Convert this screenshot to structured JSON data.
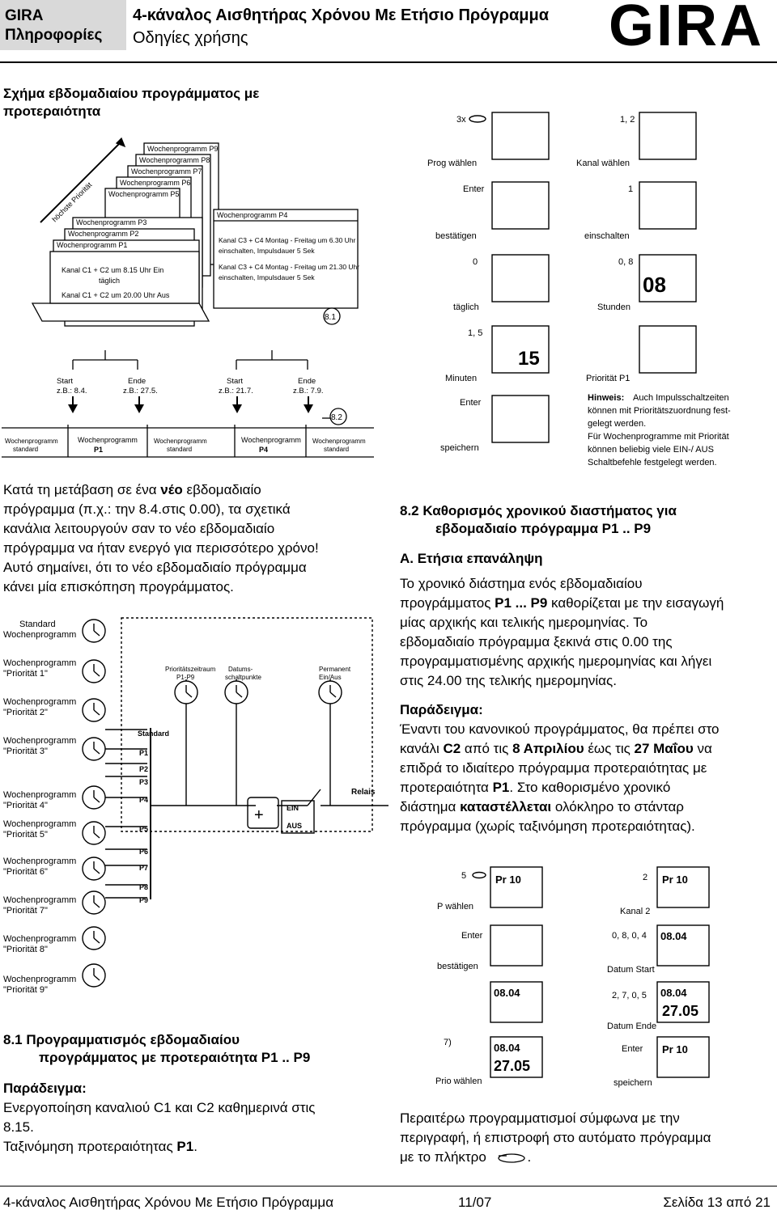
{
  "header": {
    "brand_line1": "GIRA",
    "brand_line2": "Πληροφορίες",
    "title": "4-κάναλος Αισθητήρας Χρόνου Με Ετήσιο Πρόγραμμα",
    "subtitle": "Οδηγίες χρήσης",
    "logo": "GIRA"
  },
  "section_priority": {
    "title_line1": "Σχήμα εβδομαδιαίου προγράμματος με",
    "title_line2": "προτεραιότητα"
  },
  "fig1": {
    "diag_label": "höchste Priorität",
    "p9": "Wochenprogramm P9",
    "p8": "Wochenprogramm P8",
    "p7": "Wochenprogramm P7",
    "p6": "Wochenprogramm P6",
    "p5": "Wochenprogramm P5",
    "p3": "Wochenprogramm P3",
    "p2": "Wochenprogramm P2",
    "p1": "Wochenprogramm P1",
    "p4": "Wochenprogramm P4",
    "p1_line1": "Kanal C1 + C2  um 8.15 Uhr   Ein",
    "p1_line2": "täglich",
    "p1_line3": "Kanal C1 + C2  um 20.00 Uhr   Aus",
    "p4_line1": "Kanal C3 + C4  Montag - Freitag um 6.30 Uhr",
    "p4_line2": "einschalten, Impulsdauer 5 Sek",
    "p4_line3": "Kanal C3 + C4  Montag - Freitag um 21.30 Uhr",
    "p4_line4": "einschalten, Impulsdauer 5 Sek",
    "badge_81": "8.1",
    "badge_82": "8.2",
    "start1": "Start",
    "start1_ex": "z.B.: 8.4.",
    "end1": "Ende",
    "end1_ex": "z.B.: 27.5.",
    "start2": "Start",
    "start2_ex": "z.B.: 21.7.",
    "end2": "Ende",
    "end2_ex": "z.B.: 7.9.",
    "tl1_a": "Wochenprogramm",
    "tl1_b": "standard",
    "tl2_a": "Wochenprogramm",
    "tl2_b": "P1",
    "tl3_a": "Wochenprogramm",
    "tl3_b": "standard",
    "tl4_a": "Wochenprogramm",
    "tl4_b": "P4",
    "tl5_a": "Wochenprogramm",
    "tl5_b": "standard"
  },
  "prog_panel": {
    "s1_top": "3x",
    "s1_label": "Prog wählen",
    "s2_top": "1, 2",
    "s2_label": "Kanal wählen",
    "s3_top": "Enter",
    "s3_label": "bestätigen",
    "s4_top": "1",
    "s4_label": "einschalten",
    "s5_top": "0",
    "s5_label": "täglich",
    "s6_top": "0, 8",
    "s6_label": "Stunden",
    "s6_display": "08",
    "s7_top": "1, 5",
    "s7_label": "Minuten",
    "s7_display": "15",
    "s8_label": "Priorität P1",
    "s9_top": "Enter",
    "s9_label": "speichern",
    "hint_title": "Hinweis:",
    "hint_1": "Auch Impulsschaltzeiten",
    "hint_2": "können mit Prioritätszuordnung fest-",
    "hint_3": "gelegt werden.",
    "hint_4": "Für Wochenprogramme mit Priorität",
    "hint_5": "können beliebig viele EIN-/ AUS",
    "hint_6": "Schaltbefehle festgelegt werden."
  },
  "para_transition": {
    "l1_a": "Κατά τη μετάβαση σε ένα ",
    "l1_b": "νέο",
    "l1_c": " εβδομαδιαίο",
    "l2": "πρόγραμμα (π.χ.: την 8.4.στις 0.00), τα σχετικά",
    "l3": "κανάλια λειτουργούν σαν το νέο εβδομαδιαίο",
    "l4": "πρόγραμμα να ήταν ενεργό για περισσότερο χρόνο!",
    "l5": "Αυτό σημαίνει, ότι το νέο εβδομαδιαίο πρόγραμμα",
    "l6": "κάνει μία επισκόπηση προγράμματος."
  },
  "section_82": {
    "title_line1": "8.2  Καθορισμός χρονικού διαστήματος για",
    "title_line2": "εβδομαδιαίο πρόγραμμα P1 .. P9",
    "sub_a": "A. Ετήσια επανάληψη",
    "p1_l1": "Το χρονικό διάστημα ενός εβδομαδιαίου",
    "p1_l2_a": "προγράμματος ",
    "p1_l2_b": "P1 ... P9",
    "p1_l2_c": " καθορίζεται με την εισαγωγή",
    "p1_l3": "μίας αρχικής και τελικής ημερομηνίας. Το",
    "p1_l4": "εβδομαδιαίο πρόγραμμα ξεκινά στις 0.00 της",
    "p1_l5": "προγραμματισμένης αρχικής ημερομηνίας και λήγει",
    "p1_l6": "στις 24.00 της τελικής ημερομηνίας.",
    "example_label": "Παράδειγμα:",
    "ex_l1": "Έναντι του κανονικού προγράμματος, θα πρέπει στο",
    "ex_l2_a": "κανάλι ",
    "ex_l2_b": "C2",
    "ex_l2_c": " από τις ",
    "ex_l2_d": "8 Απριλίου",
    "ex_l2_e": " έως τις ",
    "ex_l2_f": "27 Μαΐου",
    "ex_l2_g": " να",
    "ex_l3": "επιδρά το ιδιαίτερο πρόγραμμα προτεραιότητας με",
    "ex_l4_a": "προτεραιότητα ",
    "ex_l4_b": "P1",
    "ex_l4_c": ". Στο καθορισμένο χρονικό",
    "ex_l5_a": "διάστημα ",
    "ex_l5_b": "καταστέλλεται",
    "ex_l5_c": " ολόκληρο το στάνταρ",
    "ex_l6": "πρόγραμμα (χωρίς ταξινόμηση προτεραιότητας)."
  },
  "fig2": {
    "r1": "Standard",
    "r1b": "Wochenprogramm",
    "r2": "Wochenprogramm",
    "r2b": "\"Priorität 1\"",
    "r3": "Wochenprogramm",
    "r3b": "\"Priorität 2\"",
    "r4": "Wochenprogramm",
    "r4b": "\"Priorität 3\"",
    "r5": "Wochenprogramm",
    "r5b": "\"Priorität 4\"",
    "r6": "Wochenprogramm",
    "r6b": "\"Priorität 5\"",
    "r7": "Wochenprogramm",
    "r7b": "\"Priorität 6\"",
    "r8": "Wochenprogramm",
    "r8b": "\"Priorität 7\"",
    "r9": "Wochenprogramm",
    "r9b": "\"Priorität 8\"",
    "r10": "Wochenprogramm",
    "r10b": "\"Priorität 9\"",
    "col1_a": "Prioritätszeitraum",
    "col1_b": "P1-P9",
    "col2_a": "Datums-",
    "col2_b": "schaltpunkte",
    "col3_a": "Permanent",
    "col3_b": "Ein/Aus",
    "bus_std": "Standard",
    "bus_p1": "P1",
    "bus_p2": "P2",
    "bus_p3": "P3",
    "bus_p4": "P4",
    "bus_p5": "P5",
    "bus_p6": "P6",
    "bus_p7": "P7",
    "bus_p8": "P8",
    "bus_p9": "P9",
    "plus": "+",
    "ein": "EIN",
    "aus": "AUS",
    "relais": "Relais"
  },
  "date_panel": {
    "s1_top": "5",
    "s1_disp": "Pr 10",
    "s1_label": "P wählen",
    "s2_disp": "Pr 10",
    "s2_top": "2",
    "s2_label": "Kanal 2",
    "s3_top": "Enter",
    "s3_label": "bestätigen",
    "s4_top": "0, 8, 0, 4",
    "s4_disp": "08.04",
    "s4_label": "Datum Start",
    "s5_disp": "08.04",
    "s6_top": "2, 7, 0, 5",
    "s6_disp_a": "08.04",
    "s6_disp_b": "27.05",
    "s6_label": "Datum Ende",
    "s7_top": "7)",
    "s7_disp_a": "08.04",
    "s7_disp_b": "27.05",
    "s7_label": "Prio wählen",
    "s8_top": "Enter",
    "s8_disp": "Pr 10",
    "s8_label": "speichern"
  },
  "section_81": {
    "title_line1": "8.1  Προγραμματισμός εβδομαδιαίου",
    "title_line2": "προγράμματος με προτεραιότητα P1 .. P9",
    "example_label": "Παράδειγμα:",
    "l1": "Ενεργοποίηση καναλιού C1 και C2 καθημερινά στις",
    "l2": "8.15.",
    "l3_a": "Ταξινόμηση προτεραιότητας ",
    "l3_b": "P1",
    "l3_c": "."
  },
  "further": {
    "l1": "Περαιτέρω προγραμματισμοί σύμφωνα με την",
    "l2": "περιγραφή, ή επιστροφή στο αυτόματο πρόγραμμα",
    "l3_a": "με το πλήκτρο",
    "l3_b": "."
  },
  "footer": {
    "left": "4-κάναλος Αισθητήρας Χρόνου Με Ετήσιο Πρόγραμμα",
    "middle": "11/07",
    "right": "Σελίδα 13 από 21"
  }
}
